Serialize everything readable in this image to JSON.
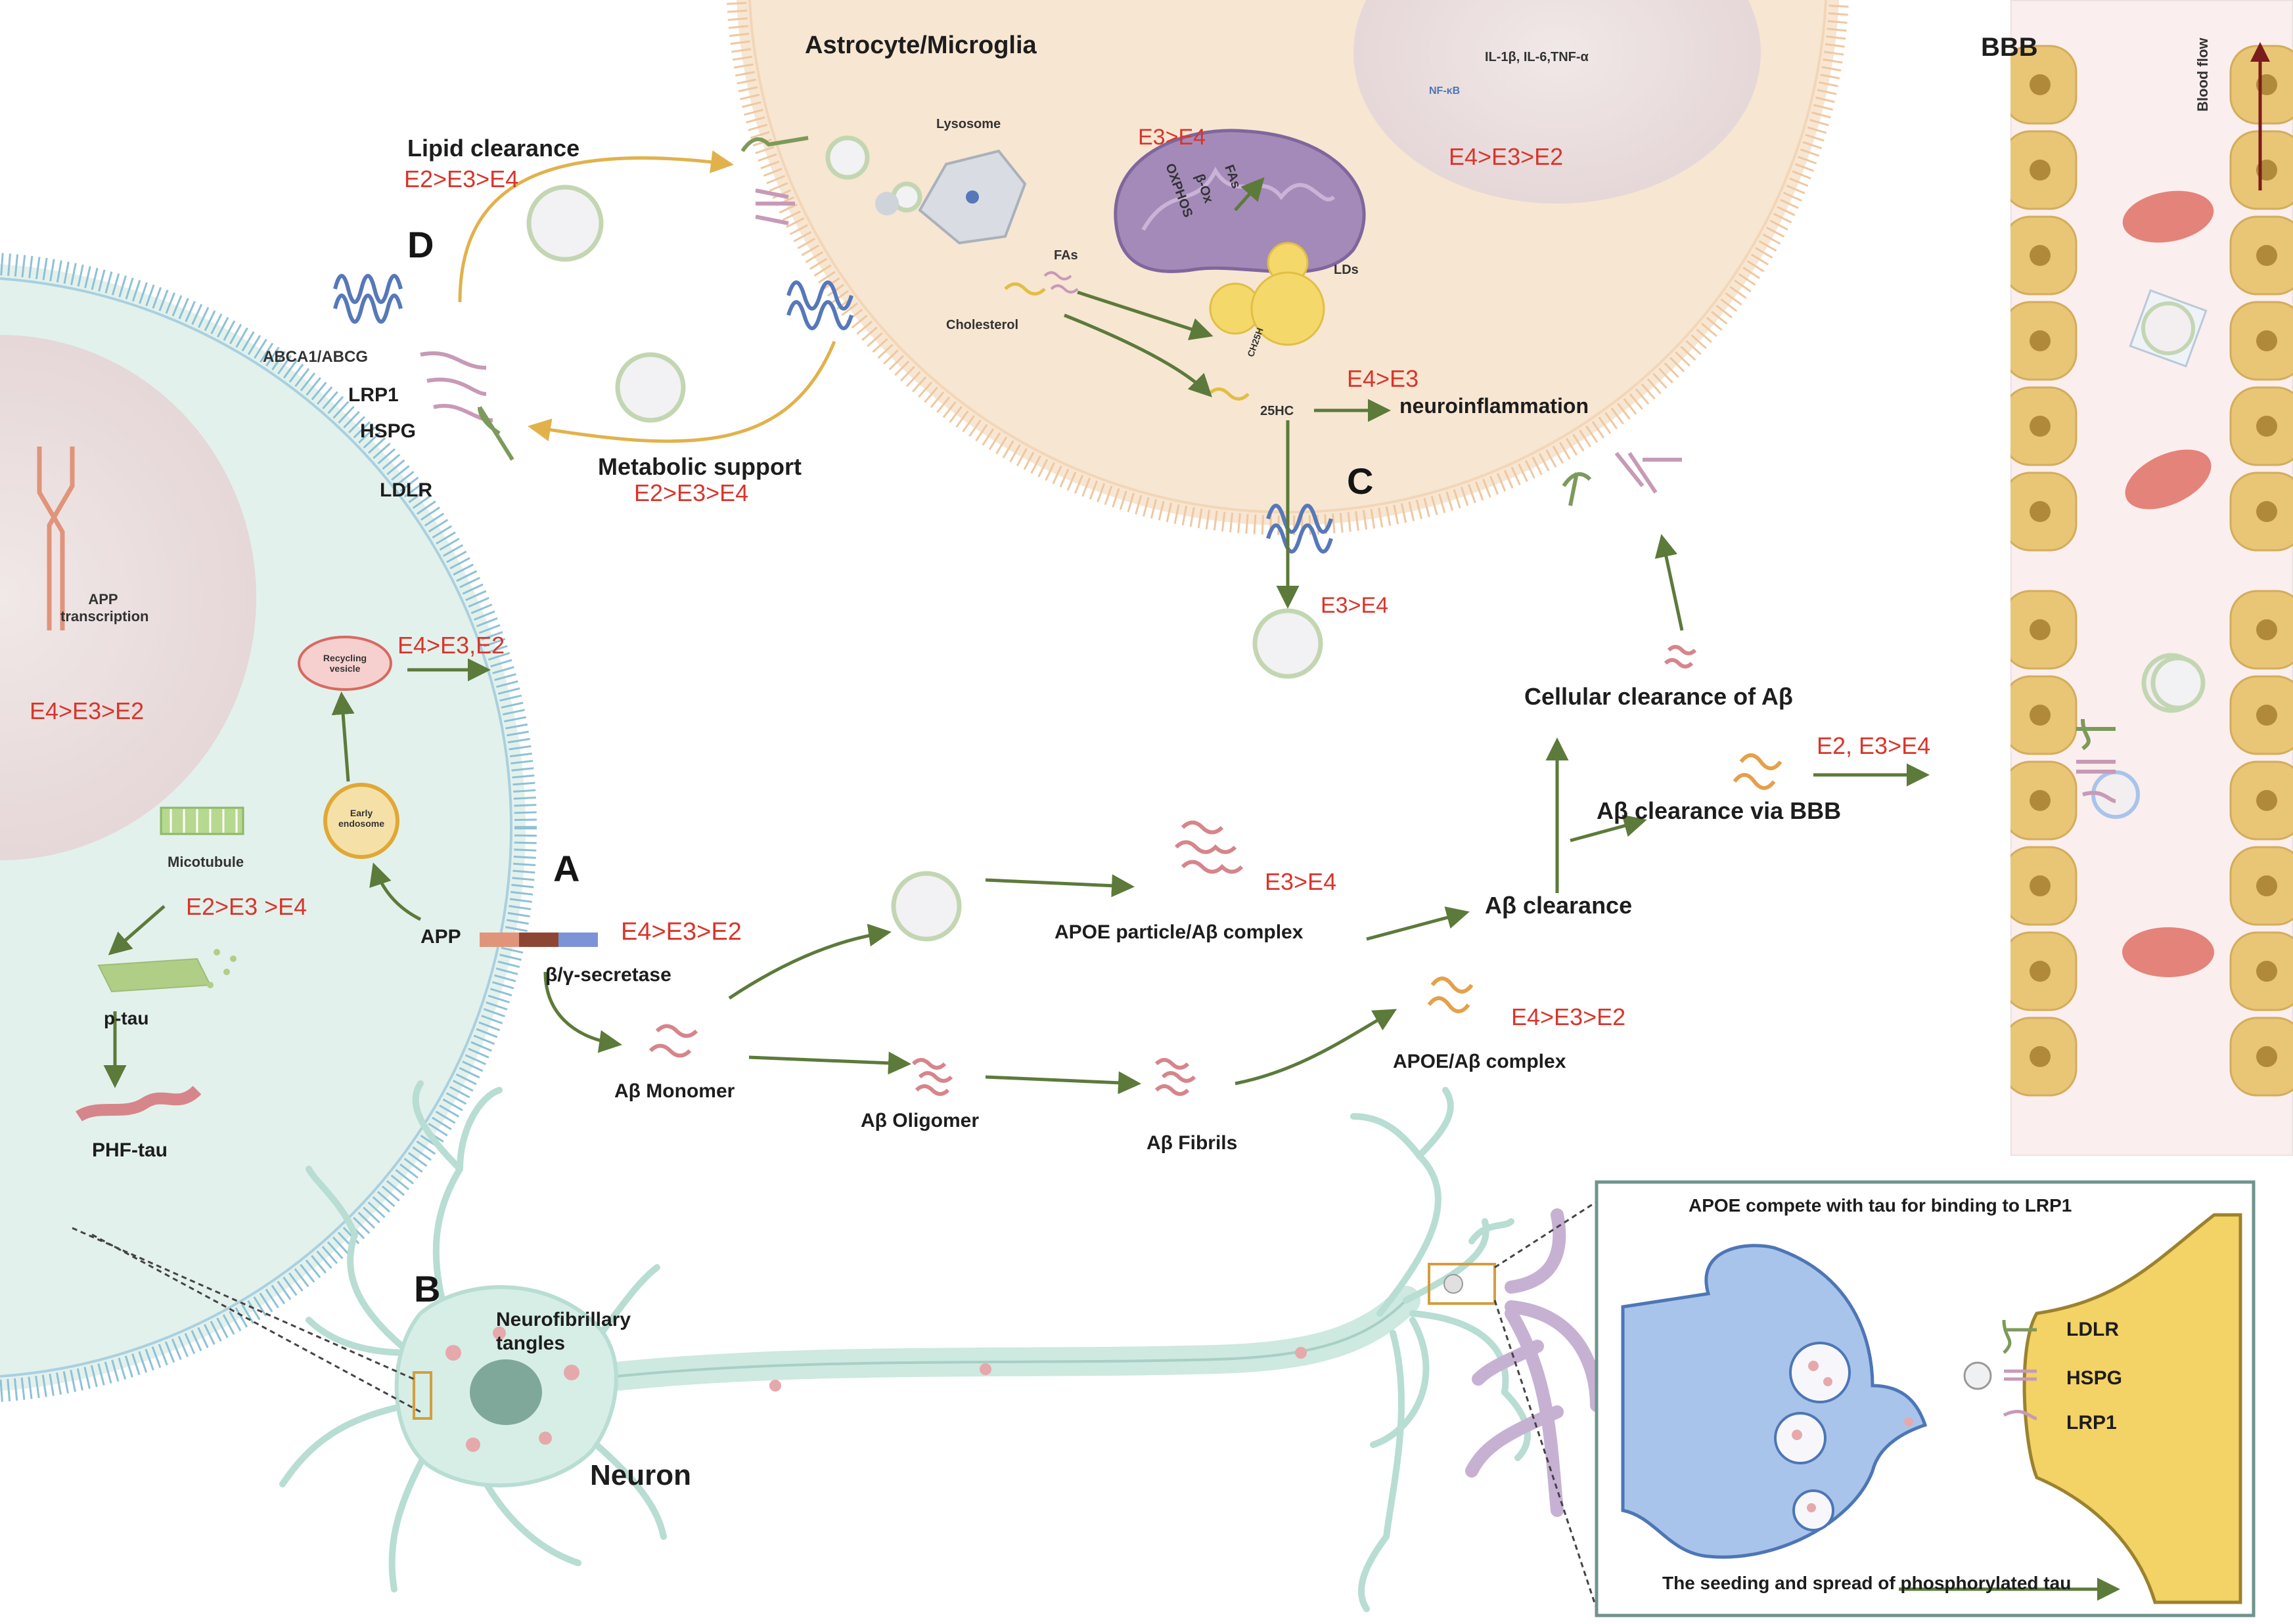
{
  "colors": {
    "arrow_green": "#5c7a3a",
    "emphasis_red": "#d8352b",
    "glia_fill": "#f7e6d2",
    "neuron_fill": "#e3f1ec",
    "nucleus_fill": "#ecdfe0",
    "membrane_blue": "#8fc1d6",
    "bbb_cell": "#e9c576",
    "rbc": "#e4837a",
    "dendrite_purple": "#c6b1d3",
    "axon_terminal_blue": "#a9c4ea",
    "postsynaptic_yellow": "#f3d266",
    "inset_border": "#6f948c"
  },
  "panels": {
    "A": "A",
    "B": "B",
    "C": "C",
    "D": "D"
  },
  "header": {
    "astrocyte_title": "Astrocyte/Microglia",
    "bbb_title": "BBB",
    "blood_flow": "Blood flow"
  },
  "glia": {
    "cytokines": "IL-1β, IL-6,TNF-α",
    "nfkb": "NF-κB",
    "nfkb_rank": "E4>E3>E2",
    "lysosome": "Lysosome",
    "fas_1": "FAs",
    "mito_rank": "E3>E4",
    "mito_fa": "FAs",
    "mito_boxidation": "β-Ox",
    "mito_oxphos": "OXPHOS",
    "lds": "LDs",
    "cholesterol": "Cholesterol",
    "ch25h": "CH25H",
    "hc25": "25HC",
    "inflam_rank": "E4>E3",
    "neuroinflammation": "neuroinflammation",
    "secretion_rank": "E3>E4"
  },
  "lipid": {
    "lipid_clearance": "Lipid clearance",
    "lipid_rank": "E2>E3>E4",
    "metabolic_support": "Metabolic support",
    "metabolic_rank": "E2>E3>E4",
    "abca": "ABCA1/ABCG",
    "lrp1": "LRP1",
    "hspg": "HSPG",
    "ldlr": "LDLR"
  },
  "neuron_cell": {
    "app_transcription": "APP transcription",
    "app_rank": "E4>E3>E2",
    "recycling": "Recycling vesicle",
    "recycling_rank": "E4>E3,E2",
    "early_endosome": "Early endosome",
    "microtubule": "Micotubule",
    "microtubule_rank": "E2>E3 >E4",
    "ptau": "p-tau",
    "phf_tau": "PHF-tau",
    "app": "APP",
    "app_cleave_rank": "E4>E3>E2",
    "secretase": "β/γ-secretase"
  },
  "abeta": {
    "monomer": "Aβ Monomer",
    "oligomer": "Aβ Oligomer",
    "fibrils": "Aβ Fibrils",
    "apoe_particle_complex": "APOE particle/Aβ complex",
    "particle_rank": "E3>E4",
    "apoe_complex": "APOE/Aβ complex",
    "complex_rank": "E4>E3>E2",
    "clearance": "Aβ clearance",
    "cellular_clearance": "Cellular clearance of Aβ",
    "bbb_clearance": "Aβ clearance via BBB",
    "bbb_rank": "E2, E3>E4"
  },
  "neuron_labels": {
    "tangles": "Neurofibrillary tangles",
    "neuron": "Neuron"
  },
  "inset": {
    "title": "APOE compete with tau for binding to LRP1",
    "ldlr": "LDLR",
    "hspg": "HSPG",
    "lrp1": "LRP1",
    "caption": "The seeding and spread of phosphorylated tau"
  }
}
